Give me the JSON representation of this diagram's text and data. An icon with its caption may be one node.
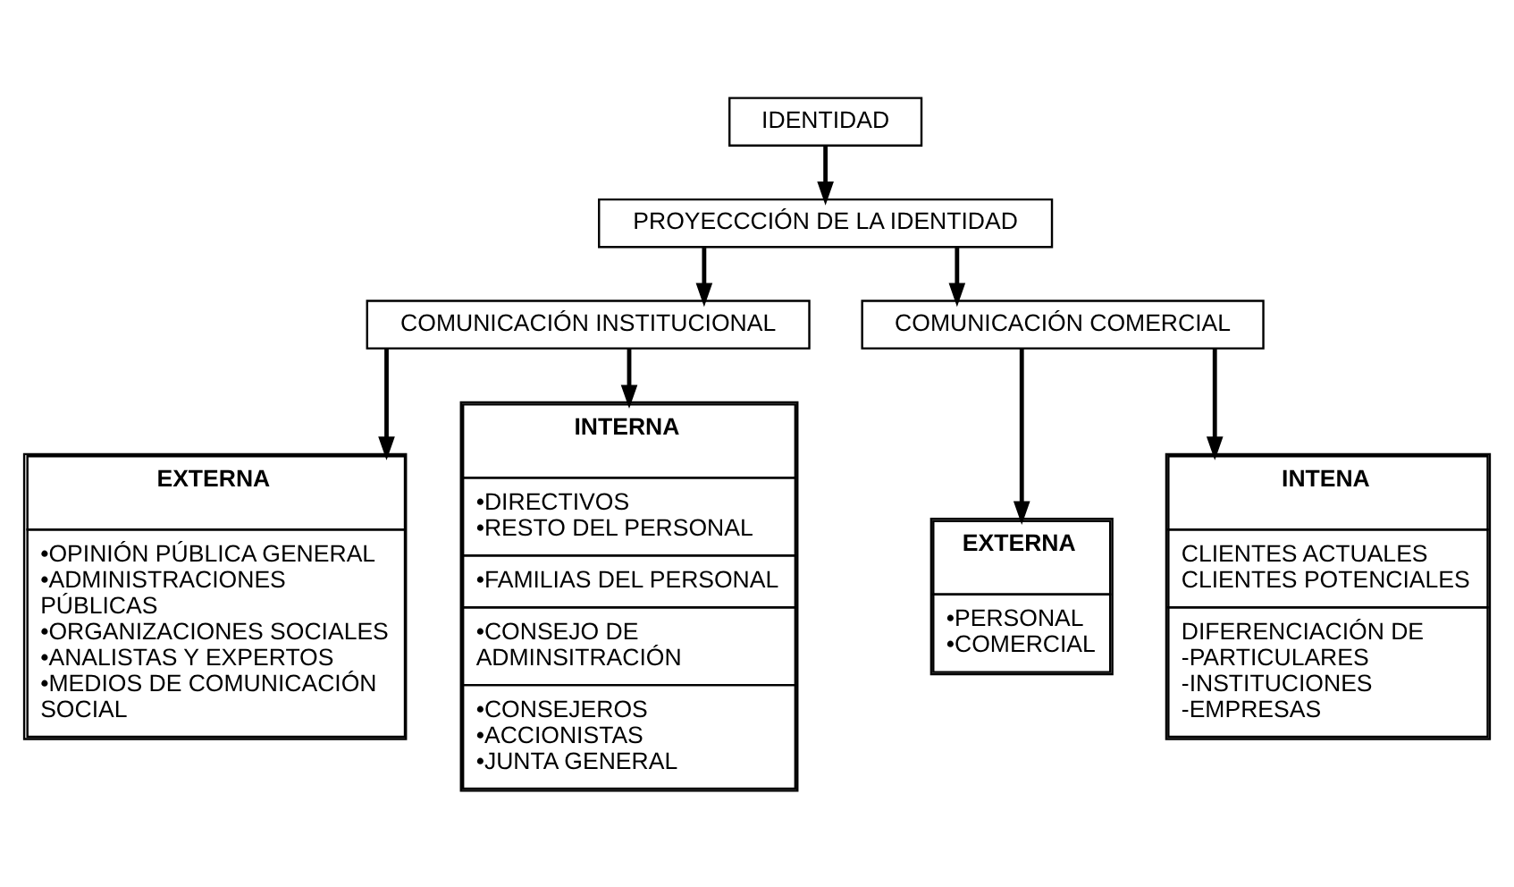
{
  "diagram": {
    "nodes": [
      {
        "text": [
          "IDENTIDAD"
        ]
      },
      {
        "text": [
          "PROYECCCIÓN DE LA IDENTIDAD"
        ]
      },
      {
        "text": [
          "COMUNICACIÓN INSTITUCIONAL"
        ]
      },
      {
        "text": [
          "COMUNICACIÓN COMERCIAL"
        ]
      },
      {
        "text": [
          "EXTERNA",
          "•OPINIÓN PÚBLICA GENERAL •ADMINISTRACIONES PÚBLICAS •ORGANIZACIONES SOCIALES •ANALISTAS Y EXPERTOS •MEDIOS DE COMUNICACIÓN SOCIAL"
        ]
      },
      {
        "text": [
          "INTERNA",
          "•DIRECTIVOS •RESTO DEL PERSONAL",
          "•FAMILIAS DEL PERSONAL",
          "•CONSEJO DE ADMINSITRACIÓN",
          "•CONSEJEROS •ACCIONISTAS •JUNTA GENERAL"
        ]
      },
      {
        "text": [
          "EXTERNA",
          "•PERSONAL •COMERCIAL"
        ]
      },
      {
        "text": [
          "INTENA",
          "CLIENTES ACTUALES CLIENTES POTENCIALES",
          "DIFERENCIACIÓN DE -PARTICULARES -INSTITUCIONES -EMPRESAS"
        ]
      }
    ],
    "edges": [
      {
        "from": 0,
        "to": 1,
        "arrow": "to"
      },
      {
        "from": 1,
        "to": 2,
        "arrow": "to"
      },
      {
        "from": 1,
        "to": 3,
        "arrow": "to"
      },
      {
        "from": 2,
        "to": 4,
        "arrow": "to"
      },
      {
        "from": 2,
        "to": 5,
        "arrow": "to"
      },
      {
        "from": 3,
        "to": 6,
        "arrow": "to"
      },
      {
        "from": 3,
        "to": 7,
        "arrow": "to"
      }
    ]
  }
}
